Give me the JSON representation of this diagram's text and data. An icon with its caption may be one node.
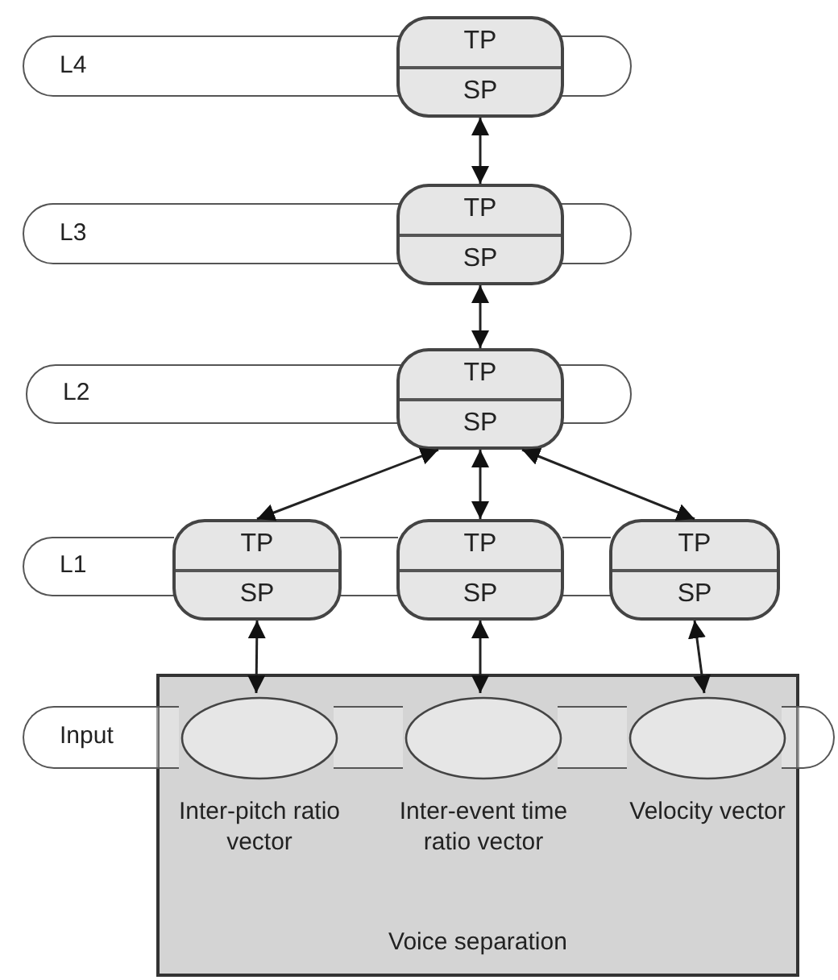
{
  "diagram": {
    "nodes": [
      {
        "text": [
          "L4"
        ]
      },
      {
        "text": [
          "TP",
          "SP"
        ]
      },
      {
        "text": [
          "L3"
        ]
      },
      {
        "text": [
          "TP",
          "SP"
        ]
      },
      {
        "text": [
          "L2"
        ]
      },
      {
        "text": [
          "TP",
          "SP"
        ]
      },
      {
        "text": [
          "L1"
        ]
      },
      {
        "text": [
          "TP",
          "SP"
        ]
      },
      {
        "text": [
          "TP",
          "SP"
        ]
      },
      {
        "text": [
          "TP",
          "SP"
        ]
      },
      {
        "text": [
          "Input"
        ]
      },
      {
        "text": [
          "Voice separation"
        ]
      },
      {
        "text": [
          "Inter-pitch ratio vector"
        ],
        "in": 11
      },
      {
        "text": [
          "Inter-event time ratio vector"
        ],
        "in": 11
      },
      {
        "text": [
          "Velocity vector"
        ],
        "in": 11
      }
    ],
    "edges": [
      {
        "from": 1,
        "to": 3,
        "arrow": "both"
      },
      {
        "from": 3,
        "to": 5,
        "arrow": "both"
      },
      {
        "from": 5,
        "to": 7,
        "arrow": "both"
      },
      {
        "from": 5,
        "to": 8,
        "arrow": "both"
      },
      {
        "from": 5,
        "to": 9,
        "arrow": "both"
      },
      {
        "from": 7,
        "to": 12,
        "arrow": "both"
      },
      {
        "from": 8,
        "to": 13,
        "arrow": "both"
      },
      {
        "from": 9,
        "to": 14,
        "arrow": "both"
      }
    ]
  }
}
